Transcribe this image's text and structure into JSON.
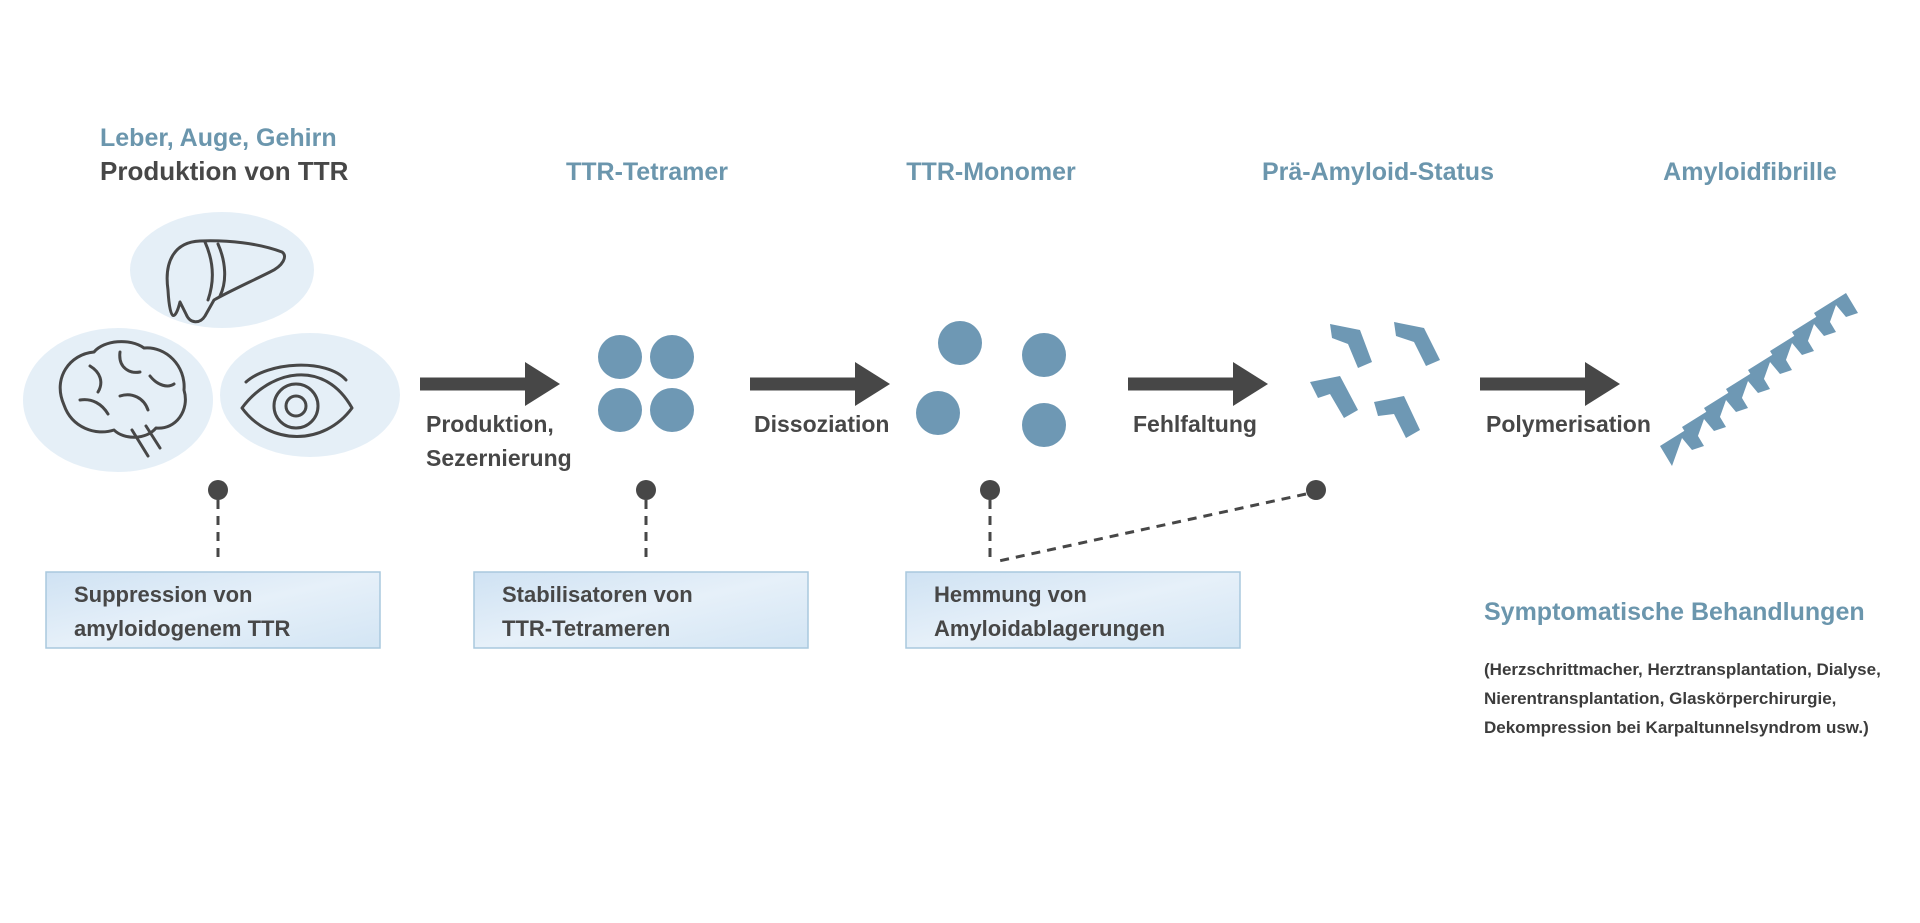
{
  "sources": {
    "title": "Leber, Auge, Gehirn",
    "subtitle": "Produktion von TTR",
    "icons": [
      "liver-icon",
      "brain-icon",
      "eye-icon"
    ]
  },
  "stages": [
    {
      "id": "tetramer",
      "label": "TTR-Tetramer"
    },
    {
      "id": "monomer",
      "label": "TTR-Monomer"
    },
    {
      "id": "pre-amyloid",
      "label": "Prä-Amyloid-Status"
    },
    {
      "id": "fibril",
      "label": "Amyloidfibrille"
    }
  ],
  "steps": [
    {
      "id": "production",
      "lines": [
        "Produktion,",
        "Sezernierung"
      ]
    },
    {
      "id": "dissociation",
      "lines": [
        "Dissoziation"
      ]
    },
    {
      "id": "misfolding",
      "lines": [
        "Fehlfaltung"
      ]
    },
    {
      "id": "polymerization",
      "lines": [
        "Polymerisation"
      ]
    }
  ],
  "therapies": [
    {
      "id": "suppression",
      "lines": [
        "Suppression von",
        "amyloidogenem TTR"
      ]
    },
    {
      "id": "stabilizers",
      "lines": [
        "Stabilisatoren von",
        "TTR-Tetrameren"
      ]
    },
    {
      "id": "inhibition",
      "lines": [
        "Hemmung von",
        "Amyloidablagerungen"
      ]
    }
  ],
  "symptomatic": {
    "title": "Symptomatische Behandlungen",
    "lines": [
      "(Herzschrittmacher, Herztransplantation, Dialyse,",
      "Nierentransplantation, Glaskörperchirurgie,",
      "Dekompression bei Karpaltunnelsyndrom usw.)"
    ]
  },
  "colors": {
    "accent": "#6b96ad",
    "molecule": "#6e98b4",
    "text": "#474747",
    "box_fill": "#dcebf7",
    "box_border": "#a9c8de"
  }
}
